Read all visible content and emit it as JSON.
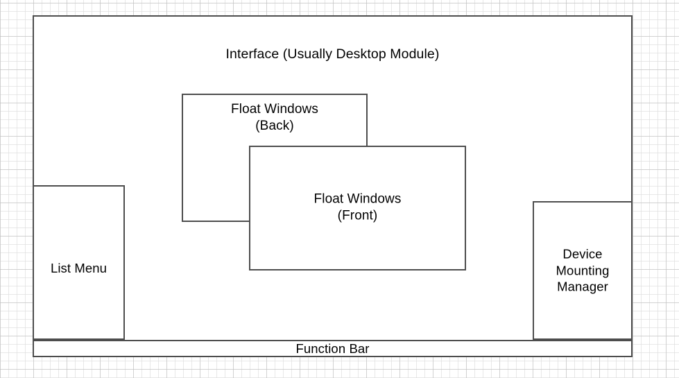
{
  "diagram": {
    "title": "Interface layout block diagram",
    "background": {
      "grid": "graph-paper",
      "minor_grid_color": "#dedede",
      "major_grid_color": "#bebebe",
      "canvas_color": "#ffffff"
    },
    "style": {
      "border_color": "#4d4d4d",
      "fill_color": "#ffffff",
      "text_color": "#000000"
    },
    "boxes": {
      "interface": {
        "label": "Interface (Usually Desktop Module)"
      },
      "list_menu": {
        "label": "List Menu"
      },
      "device_mounting_manager": {
        "label": "Device\nMounting\nManager"
      },
      "float_window_back": {
        "label": "Float Windows\n(Back)"
      },
      "float_window_front": {
        "label": "Float Windows\n(Front)"
      },
      "function_bar": {
        "label": "Function Bar"
      }
    }
  }
}
